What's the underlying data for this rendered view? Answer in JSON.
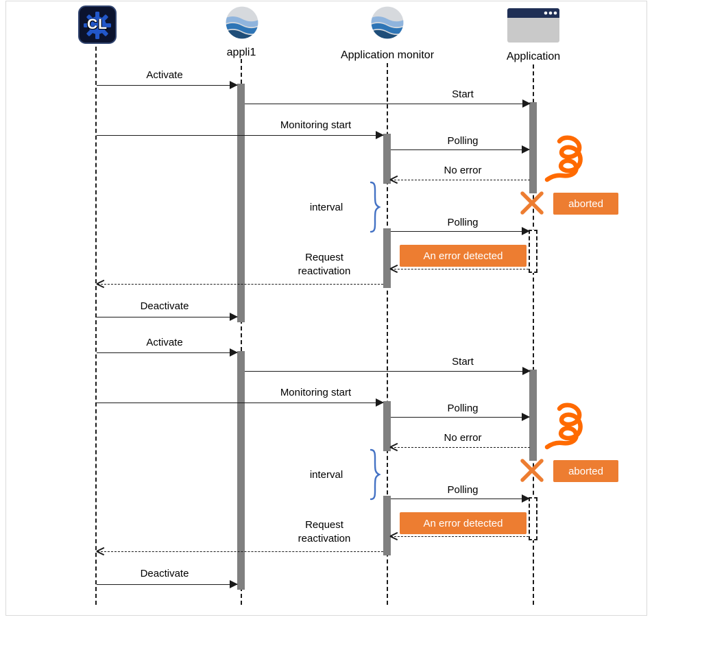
{
  "participants": {
    "cl": {
      "icon": "cl-app-icon",
      "icon_text": "CL"
    },
    "appli1": {
      "icon": "globe-icon",
      "label": "appli1"
    },
    "monitor": {
      "icon": "globe-icon",
      "label": "Application monitor"
    },
    "application": {
      "icon": "app-window-icon",
      "label": "Application"
    }
  },
  "seq1": {
    "activate": "Activate",
    "start": "Start",
    "monitoring_start": "Monitoring start",
    "polling_1": "Polling",
    "no_error": "No error",
    "interval": "interval",
    "aborted": "aborted",
    "polling_2": "Polling",
    "error_detected": "An error detected",
    "request_reactivation": "Request reactivation",
    "deactivate": "Deactivate"
  },
  "seq2": {
    "activate": "Activate",
    "start": "Start",
    "monitoring_start": "Monitoring start",
    "polling_1": "Polling",
    "no_error": "No error",
    "interval": "interval",
    "aborted": "aborted",
    "polling_2": "Polling",
    "error_detected": "An error detected",
    "request_reactivation": "Request reactivation",
    "deactivate": "Deactivate"
  },
  "colors": {
    "badge_orange": "#ED7D31",
    "coil_orange": "#FF6A00",
    "brace_blue": "#4472C4",
    "activation_gray": "#808080",
    "titlebar_navy": "#1F2F55"
  }
}
